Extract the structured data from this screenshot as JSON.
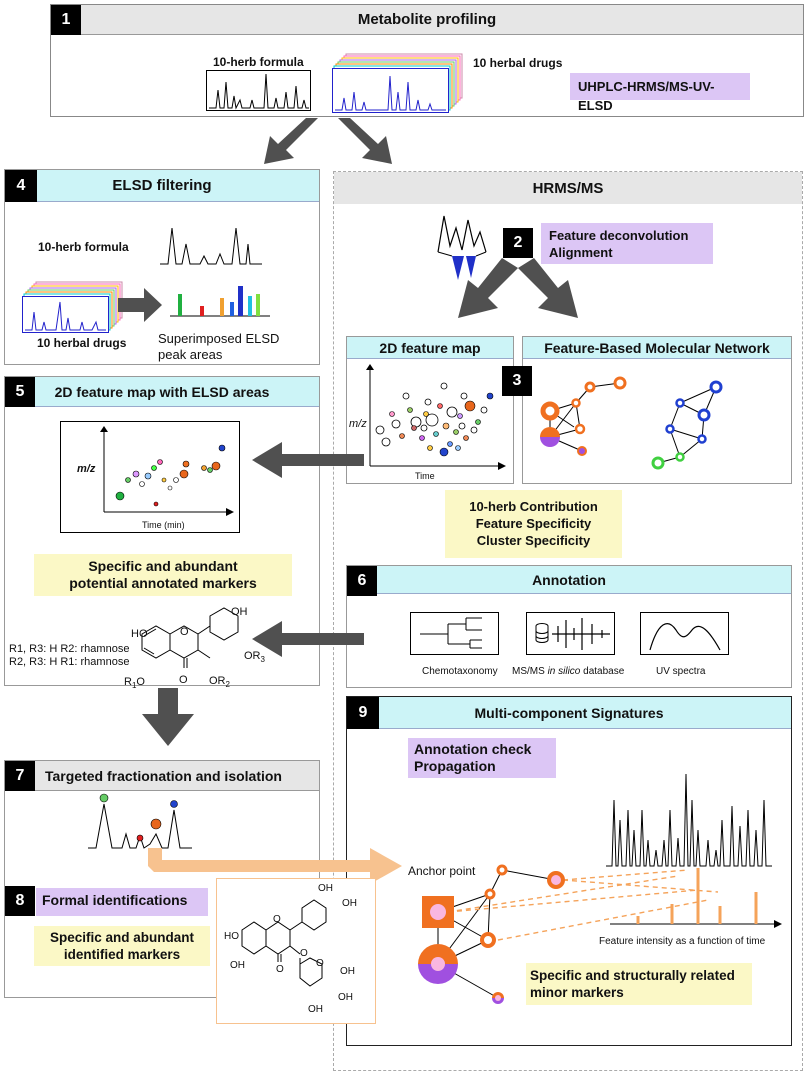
{
  "colors": {
    "purple": "#dcc6f5",
    "yellow": "#fbf8c6",
    "cyan": "#ccf4f7",
    "orange": "#f5a35a",
    "dark_arrow": "#505050"
  },
  "s1": {
    "num": "1",
    "title": "Metabolite profiling",
    "formula": "10-herb formula",
    "drugs": "10 herbal drugs",
    "method": "UHPLC-HRMS/MS-UV-ELSD"
  },
  "s4": {
    "num": "4",
    "title": "ELSD filtering",
    "formula": "10-herb formula",
    "drugs": "10 herbal drugs",
    "superimposed": "Superimposed ELSD",
    "peak_areas": "peak areas"
  },
  "hrms": {
    "title": "HRMS/MS"
  },
  "s2": {
    "num": "2",
    "line1": "Feature deconvolution",
    "line2": "Alignment"
  },
  "map2d": {
    "title": "2D feature map",
    "ylabel": "m/z",
    "xlabel": "Time"
  },
  "s3": {
    "num": "3",
    "title": "Feature-Based Molecular Network"
  },
  "s5": {
    "num": "5",
    "title": "2D feature map with ELSD areas",
    "ylabel": "m/z",
    "xlabel": "Time (min)",
    "marker1": "Specific and abundant",
    "marker2": "potential annotated markers"
  },
  "contrib": {
    "l1": "10-herb Contribution",
    "l2": "Feature Specificity",
    "l3": "Cluster Specificity"
  },
  "s6": {
    "num": "6",
    "title": "Annotation",
    "chemo": "Chemotaxonomy",
    "msms_pre": "MS/MS ",
    "msms_it": "in silico",
    "msms_post": " database",
    "uv": "UV spectra"
  },
  "structure": {
    "r1": "R1, R3: H R2: rhamnose",
    "r2": "R2, R3: H R1: rhamnose",
    "ho": "HO",
    "oh": "OH",
    "or3": "OR",
    "or3sub": "3",
    "r1o": "R",
    "r1osub": "1",
    "r1oo": "O",
    "or2": "OR",
    "or2sub": "2",
    "ketone": "O",
    "ring_o": "O"
  },
  "s7": {
    "num": "7",
    "title": "Targeted fractionation and isolation"
  },
  "s8": {
    "num": "8",
    "title": "Formal identifications",
    "marker1": "Specific and abundant",
    "marker2": "identified markers"
  },
  "s9": {
    "num": "9",
    "title": "Multi-component Signatures",
    "check1": "Annotation check",
    "check2": "Propagation",
    "anchor": "Anchor point",
    "intensity": "Feature intensity as a function of time",
    "marker1": "Specific and structurally related",
    "marker2": "minor markers"
  },
  "quercetin": {
    "oh_top1": "OH",
    "oh_top2": "OH",
    "ho": "HO",
    "oh_bot": "OH",
    "o_ket": "O",
    "o_ring": "O",
    "o_link": "O",
    "oh_s1": "OH",
    "oh_s2": "OH",
    "oh_s3": "OH",
    "o_s": "O"
  }
}
